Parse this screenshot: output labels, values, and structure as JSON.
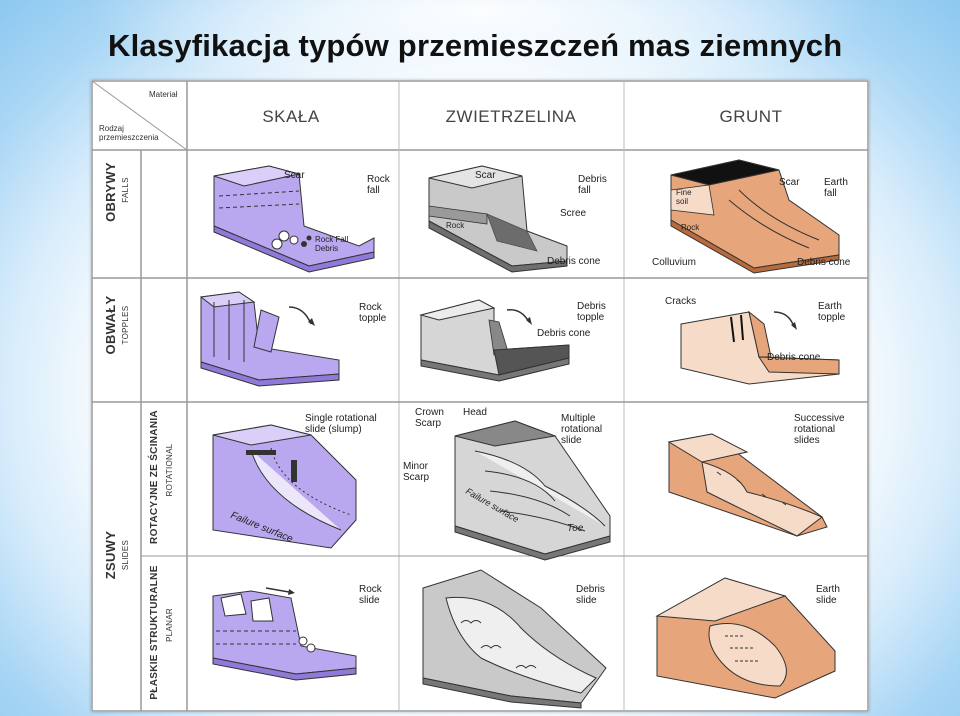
{
  "title": "Klasyfikacja typów przemieszczeń mas ziemnych",
  "header": {
    "corner_top": "Materiał",
    "corner_bottom_1": "Rodzaj",
    "corner_bottom_2": "przemieszczenia",
    "columns": [
      "SKAŁA",
      "ZWIETRZELINA",
      "GRUNT"
    ]
  },
  "rows": {
    "falls": {
      "main": "OBRYWY",
      "sub": "FALLS"
    },
    "topples": {
      "main": "OBWAŁY",
      "sub": "TOPPLES"
    },
    "slides": {
      "main": "ZSUWY",
      "sub": "SLIDES"
    },
    "rotational": {
      "main": "ROTACYJNE ZE ŚCINANIA",
      "sub": "ROTATIONAL"
    },
    "planar": {
      "main": "PŁASKIE STRUKTURALNE",
      "sub": "PLANAR"
    }
  },
  "cells": {
    "rock_fall": {
      "type_1": "Rock",
      "type_2": "fall",
      "scar": "Scar",
      "debris_1": "Rock Fall",
      "debris_2": "Debris"
    },
    "debris_fall": {
      "type_1": "Debris",
      "type_2": "fall",
      "scar": "Scar",
      "scree": "Scree",
      "rock": "Rock",
      "cone": "Debris cone"
    },
    "earth_fall": {
      "type_1": "Earth",
      "type_2": "fall",
      "scar": "Scar",
      "soil_1": "Fine",
      "soil_2": "soil",
      "rock": "Rock",
      "colluvium": "Colluvium",
      "cone": "Debris cone"
    },
    "rock_topple": {
      "type_1": "Rock",
      "type_2": "topple"
    },
    "debris_topple": {
      "type_1": "Debris",
      "type_2": "topple",
      "cone": "Debris cone"
    },
    "earth_topple": {
      "type_1": "Earth",
      "type_2": "topple",
      "cracks": "Cracks",
      "cone": "Debris cone"
    },
    "rot_rock": {
      "type_1": "Single rotational",
      "type_2": "slide (slump)",
      "surface": "Failure surface"
    },
    "rot_debris": {
      "type_1": "Multiple",
      "type_2": "rotational",
      "type_3": "slide",
      "crown_1": "Crown",
      "crown_2": "Scarp",
      "head": "Head",
      "minor_1": "Minor",
      "minor_2": "Scarp",
      "surface": "Failure surface",
      "toe": "Toe"
    },
    "rot_earth": {
      "type_1": "Successive",
      "type_2": "rotational",
      "type_3": "slides"
    },
    "rock_slide": {
      "type_1": "Rock",
      "type_2": "slide"
    },
    "debris_slide": {
      "type_1": "Debris",
      "type_2": "slide"
    },
    "earth_slide": {
      "type_1": "Earth",
      "type_2": "slide"
    }
  },
  "colors": {
    "rock": "#b9a8f0",
    "rock_dark": "#7e68d6",
    "debris": "#c9c9c9",
    "debris_dark": "#7d7d7d",
    "earth": "#e6a57a",
    "earth_dark": "#b86a3c",
    "earth_light": "#f6dcc8"
  }
}
